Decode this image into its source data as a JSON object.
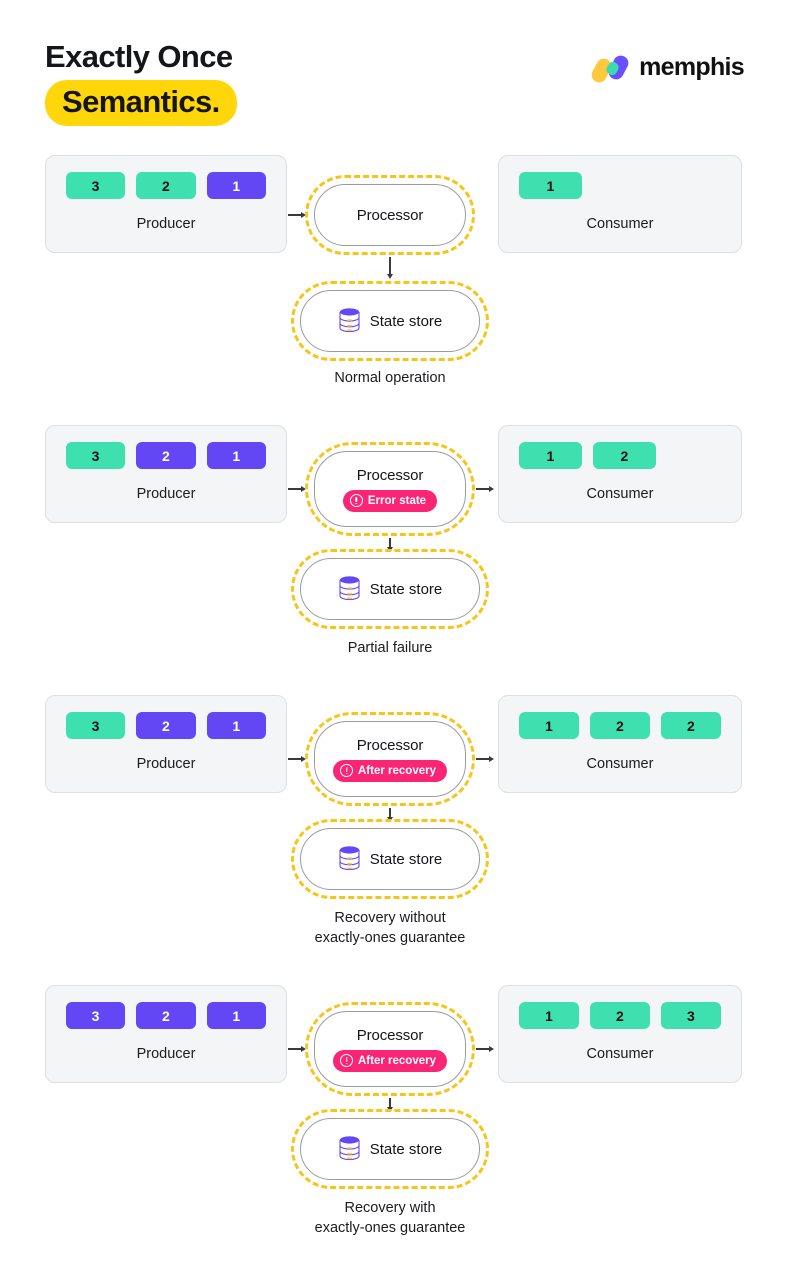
{
  "header": {
    "title_line1": "Exactly Once",
    "title_line2": "Semantics.",
    "highlight_color": "#FFD60A",
    "logo_text": "memphis",
    "logo_colors": {
      "yellow": "#FFC93E",
      "purple": "#6B4EFF",
      "teal": "#3ddbb0"
    }
  },
  "colors": {
    "chip_teal": "#3FE0B0",
    "chip_purple": "#6347F5",
    "panel_bg": "#F4F5F6",
    "panel_border": "#DEDFE1",
    "dashed_outline": "#F5C518",
    "badge_pink": "#FB2576",
    "node_border": "#9a9ba0",
    "arrow": "#3a3b3f"
  },
  "icons": {
    "database": "database-icon",
    "error": "error-circle-icon",
    "arrow_right": "arrow-right-icon",
    "arrow_down": "arrow-down-icon"
  },
  "labels": {
    "producer": "Producer",
    "consumer": "Consumer",
    "processor": "Processor",
    "state_store": "State store"
  },
  "rows": [
    {
      "id": "normal-operation",
      "caption": "Normal operation",
      "caption_line1": "Normal operation",
      "caption_line2": "",
      "producer": {
        "label": "Producer",
        "chips": [
          {
            "value": "3",
            "color": "teal"
          },
          {
            "value": "2",
            "color": "teal"
          },
          {
            "value": "1",
            "color": "purple"
          }
        ]
      },
      "processor": {
        "label": "Processor",
        "badge": null
      },
      "state_store": {
        "label": "State store"
      },
      "consumer": {
        "label": "Consumer",
        "chips": [
          {
            "value": "1",
            "color": "teal"
          }
        ]
      },
      "has_output_arrow": false
    },
    {
      "id": "partial-failure",
      "caption": "Partial failure",
      "caption_line1": "Partial failure",
      "caption_line2": "",
      "producer": {
        "label": "Producer",
        "chips": [
          {
            "value": "3",
            "color": "teal"
          },
          {
            "value": "2",
            "color": "purple"
          },
          {
            "value": "1",
            "color": "purple"
          }
        ]
      },
      "processor": {
        "label": "Processor",
        "badge": "Error state"
      },
      "state_store": {
        "label": "State store"
      },
      "consumer": {
        "label": "Consumer",
        "chips": [
          {
            "value": "1",
            "color": "teal"
          },
          {
            "value": "2",
            "color": "teal"
          }
        ]
      },
      "has_output_arrow": true
    },
    {
      "id": "recovery-without-guarantee",
      "caption": "Recovery without exactly-ones guarantee",
      "caption_line1": "Recovery without",
      "caption_line2": "exactly-ones guarantee",
      "producer": {
        "label": "Producer",
        "chips": [
          {
            "value": "3",
            "color": "teal"
          },
          {
            "value": "2",
            "color": "purple"
          },
          {
            "value": "1",
            "color": "purple"
          }
        ]
      },
      "processor": {
        "label": "Processor",
        "badge": "After recovery"
      },
      "state_store": {
        "label": "State store"
      },
      "consumer": {
        "label": "Consumer",
        "chips": [
          {
            "value": "1",
            "color": "teal"
          },
          {
            "value": "2",
            "color": "teal"
          },
          {
            "value": "2",
            "color": "teal"
          }
        ]
      },
      "has_output_arrow": true
    },
    {
      "id": "recovery-with-guarantee",
      "caption": "Recovery with exactly-ones guarantee",
      "caption_line1": "Recovery with",
      "caption_line2": "exactly-ones guarantee",
      "producer": {
        "label": "Producer",
        "chips": [
          {
            "value": "3",
            "color": "purple"
          },
          {
            "value": "2",
            "color": "purple"
          },
          {
            "value": "1",
            "color": "purple"
          }
        ]
      },
      "processor": {
        "label": "Processor",
        "badge": "After recovery"
      },
      "state_store": {
        "label": "State store"
      },
      "consumer": {
        "label": "Consumer",
        "chips": [
          {
            "value": "1",
            "color": "teal"
          },
          {
            "value": "2",
            "color": "teal"
          },
          {
            "value": "3",
            "color": "teal"
          }
        ]
      },
      "has_output_arrow": true
    }
  ]
}
